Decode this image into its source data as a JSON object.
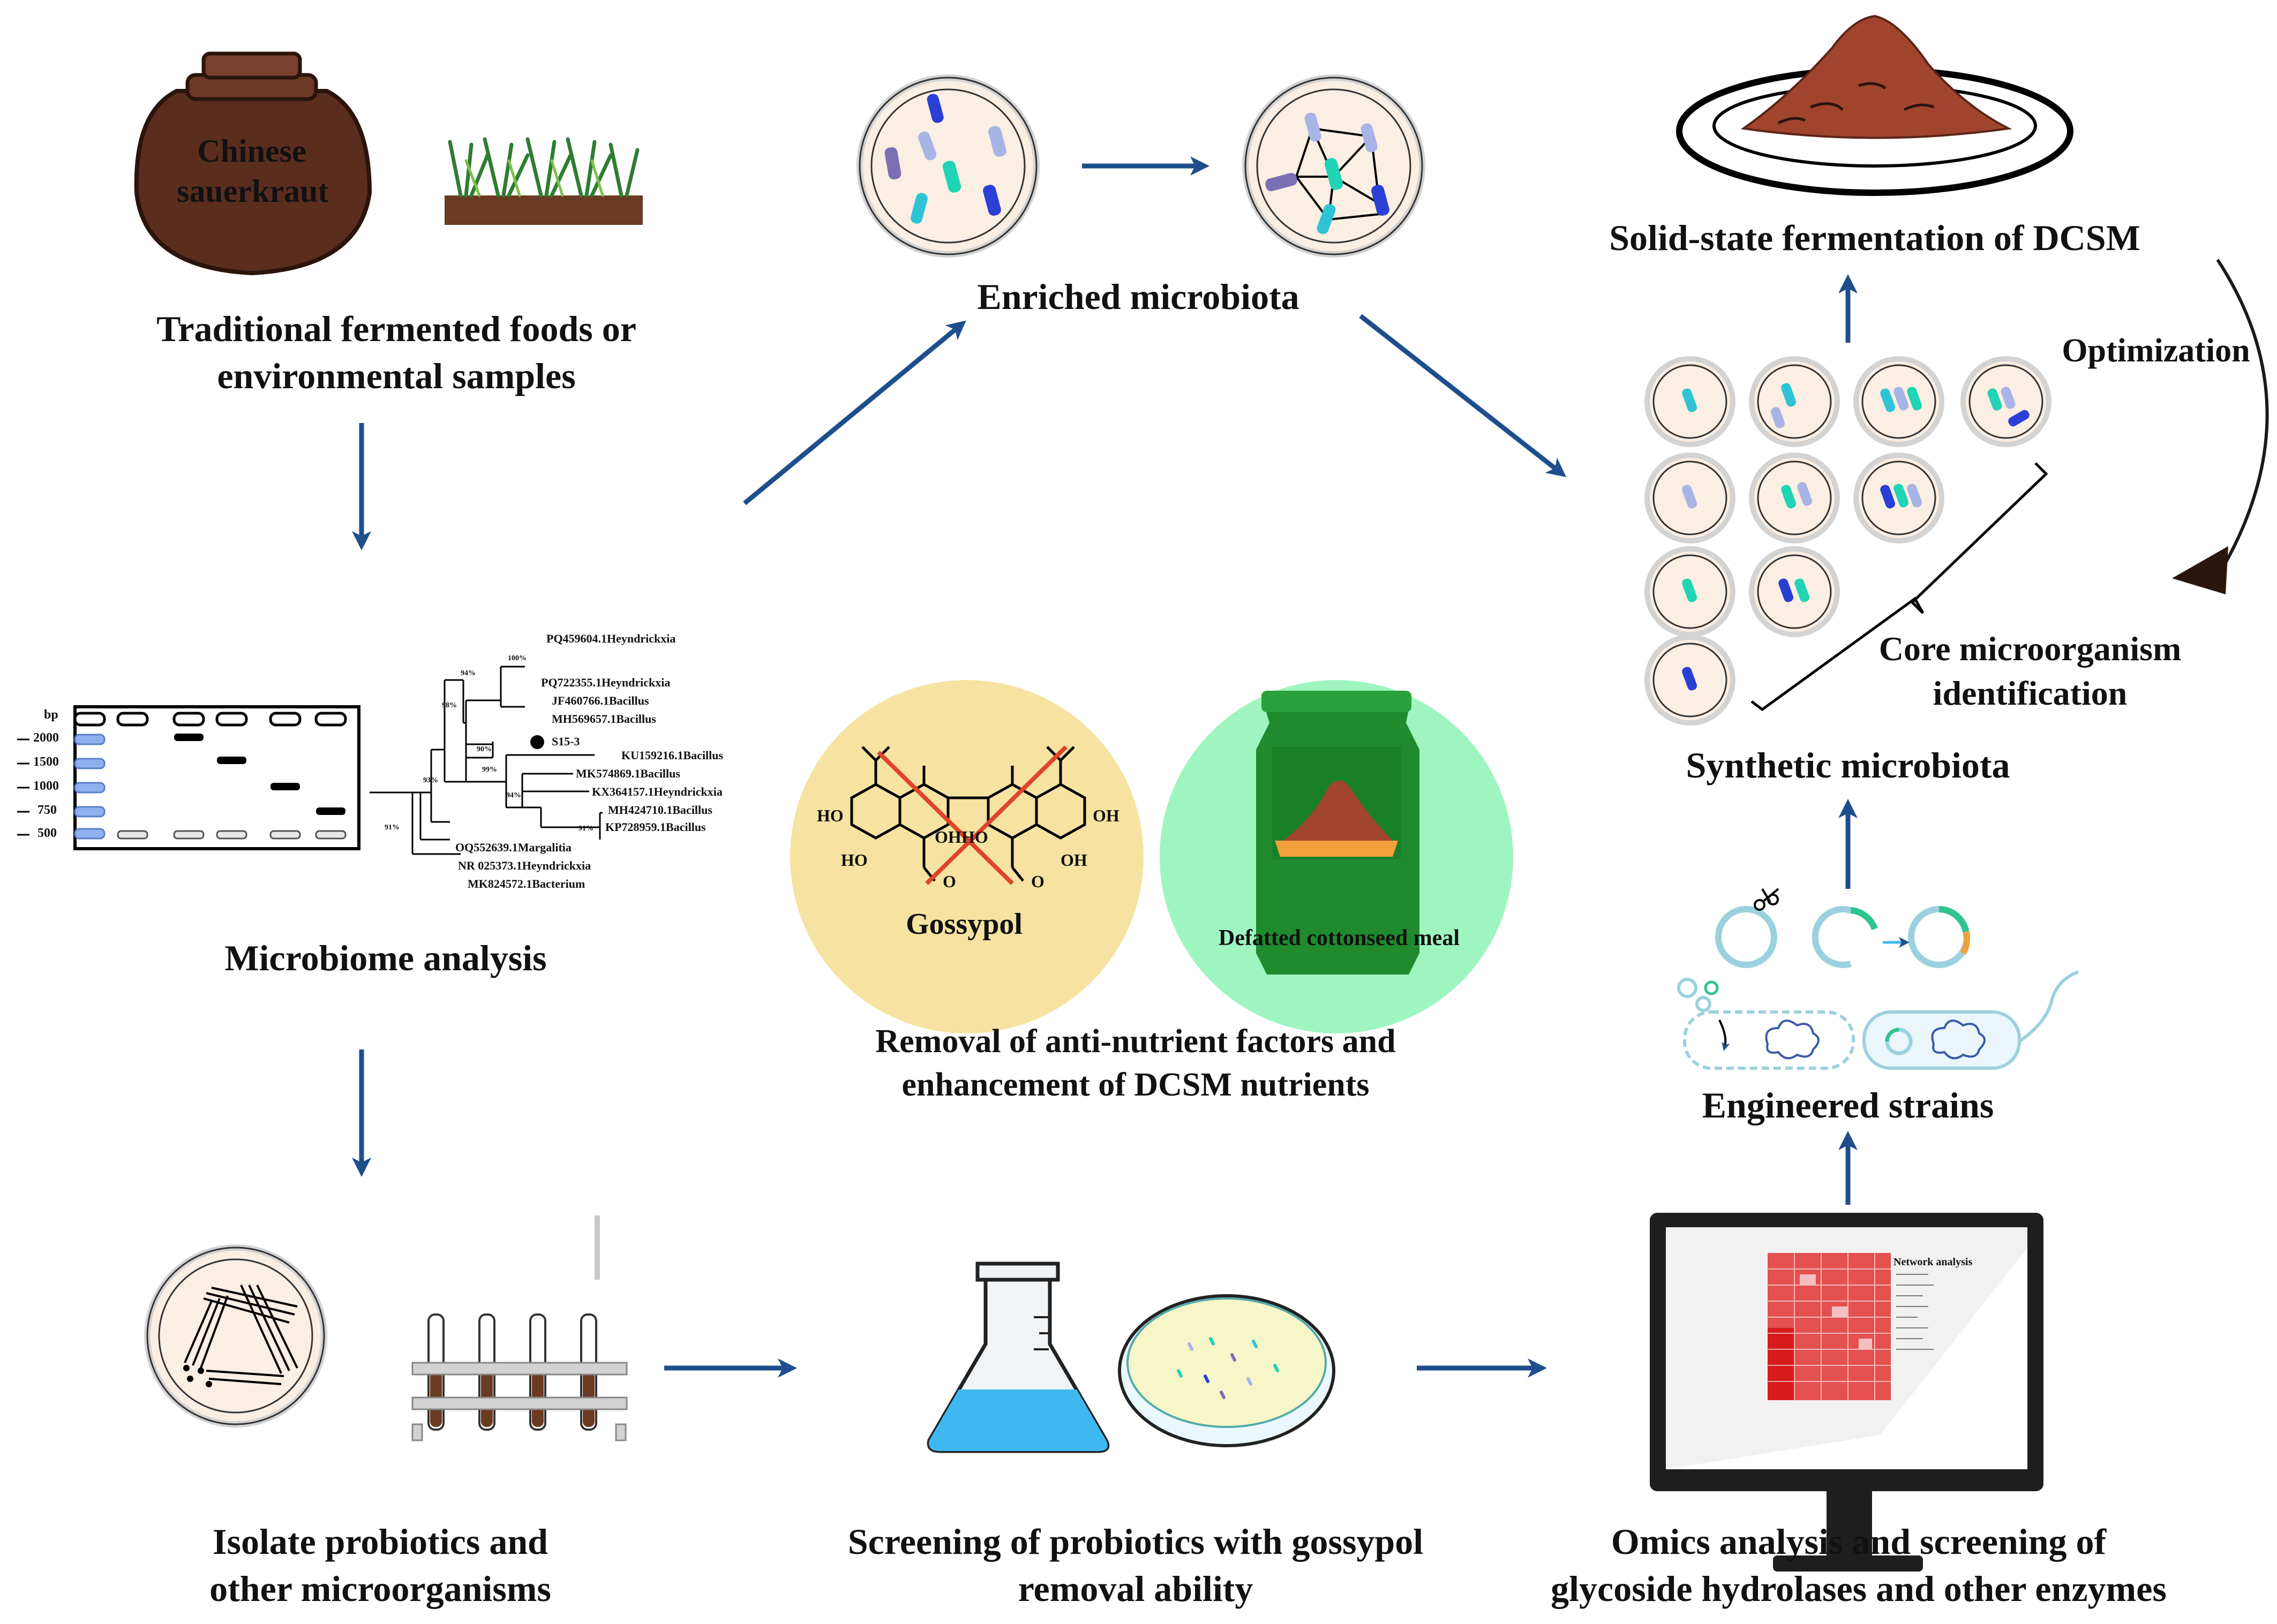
{
  "colors": {
    "arrow": "#1f4e8c",
    "pot": "#5b2d1e",
    "soil": "#6b3a22",
    "grass": "#2e7d32",
    "plate_fill": "#fbeee2",
    "plate_ring": "#d9d9d9",
    "gossypol_circle": "#f6e3a1",
    "dcsm_circle": "#9ff5c0",
    "dcsm_bag": "#1f8a2e",
    "cross": "#e0432b",
    "powder": "#a0442e",
    "flask_liquid": "#3fb8f0",
    "monitor": "#1e1e1e",
    "heatmap_red": "#e55050",
    "cyan": "#2ec4d6",
    "teal": "#20d4b5",
    "blue": "#2a3fd6",
    "lavender": "#a6b4e6",
    "purple": "#7b6fb3"
  },
  "icons": [
    "fermentation-pot-icon",
    "grass-soil-icon",
    "agarose-gel-icon",
    "phylogenetic-tree-icon",
    "petri-dish-icon",
    "test-tube-rack-icon",
    "erlenmeyer-flask-icon",
    "monitor-heatmap-icon",
    "plasmid-icon",
    "scissors-icon",
    "bacterium-icon",
    "powder-bowl-icon",
    "gossypol-structure-icon",
    "cottonseed-bag-icon"
  ],
  "pot": {
    "label_line1": "Chinese",
    "label_line2": "sauerkraut"
  },
  "captions": {
    "traditional": [
      "Traditional fermented foods or",
      "environmental samples"
    ],
    "microbiome": [
      "Microbiome analysis"
    ],
    "isolate": [
      "Isolate probiotics  and",
      "other microorganisms"
    ],
    "screening": [
      "Screening of probiotics with gossypol",
      "removal ability"
    ],
    "omics": [
      "Omics analysis and screening of",
      "glycoside hydrolases and other enzymes"
    ],
    "enriched": [
      "Enriched microbiota"
    ],
    "solid_state": [
      "Solid-state fermentation of DCSM"
    ],
    "optimization": [
      "Optimization"
    ],
    "core": [
      "Core microorganism",
      "identification"
    ],
    "synthetic": [
      "Synthetic microbiota"
    ],
    "engineered": [
      "Engineered strains"
    ],
    "removal": [
      "Removal of anti-nutrient factors and",
      "enhancement of DCSM nutrients"
    ],
    "gossypol": [
      "Gossypol"
    ],
    "dcsm": [
      "Defatted cottonseed meal"
    ]
  },
  "gel": {
    "unit": "bp",
    "ladder": [
      "2000",
      "1500",
      "1000",
      "750",
      "500"
    ]
  },
  "tree": {
    "taxa": [
      "PQ459604.1Heyndrickxia",
      "PQ722355.1Heyndrickxia",
      "JF460766.1Bacillus",
      "MH569657.1Bacillus",
      "S15-3",
      "KU159216.1Bacillus",
      "MK574869.1Bacillus",
      "KX364157.1Heyndrickxia",
      "MH424710.1Bacillus",
      "KP728959.1Bacillus",
      "OQ552639.1Margalitia",
      "NR 025373.1Heyndrickxia",
      "MK824572.1Bacterium"
    ],
    "bootstrap": [
      "100%",
      "94%",
      "98%",
      "90%",
      "99%",
      "94%",
      "91%",
      "93%",
      "91%"
    ]
  },
  "chem": {
    "labels": [
      "HO",
      "HO",
      "OH",
      "HO",
      "OH",
      "OH",
      "O",
      "O"
    ]
  },
  "monitor_title": "Network analysis"
}
